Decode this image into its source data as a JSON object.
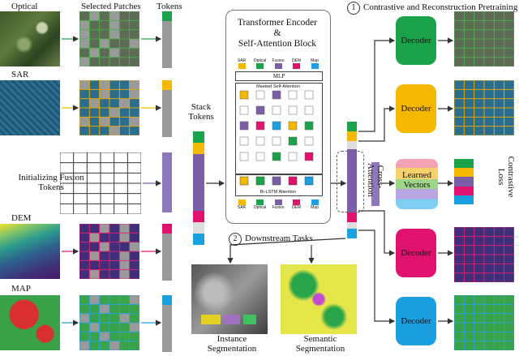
{
  "labels": {
    "optical": "Optical",
    "selected_patches": "Selected Patches",
    "tokens": "Tokens",
    "sar": "SAR",
    "init_fusion": "Initializing Fusion\nTokens",
    "dem": "DEM",
    "map": "MAP",
    "stack_tokens": "Stack\nTokens",
    "transformer_title": "Transformer Encoder\n&\nSelf-Attention Block",
    "mlp": "MLP",
    "masked_self_attention": "Masked Self-Attention",
    "bilstm": "Bi-LSTM Attention",
    "cross_attention": "Cross-\nAttention",
    "downstream": "Downstream Tasks",
    "downstream_num": "2",
    "pretrain": "Contrastive and Reconstruction Pretraining",
    "pretrain_num": "1",
    "learned_vectors": "Learned\nVectors",
    "contrastive_loss": "Contrastive\nLoss",
    "instance_seg": "Instance\nSegmentation",
    "semantic_seg": "Semantic\nSegmentation",
    "decoder": "Decoder"
  },
  "modality_tags": [
    "SAR",
    "Optical",
    "Fusion",
    "DEM",
    "Map"
  ],
  "colors": {
    "optical": "#1aa34a",
    "sar": "#f5b800",
    "fusion": "#7b5ea7",
    "dem": "#e0126f",
    "map": "#1a9fe0",
    "grid_optical": "#4cae4c",
    "grid_sar": "#e6a800",
    "grid_dem": "#e0206f",
    "grid_map": "#29a3d9"
  },
  "decoders": [
    {
      "label": "Decoder",
      "color": "#1aa34a"
    },
    {
      "label": "Decoder",
      "color": "#f5b800"
    },
    {
      "label": "Decoder",
      "color": "#e0126f"
    },
    {
      "label": "Decoder",
      "color": "#1a9fe0"
    }
  ]
}
